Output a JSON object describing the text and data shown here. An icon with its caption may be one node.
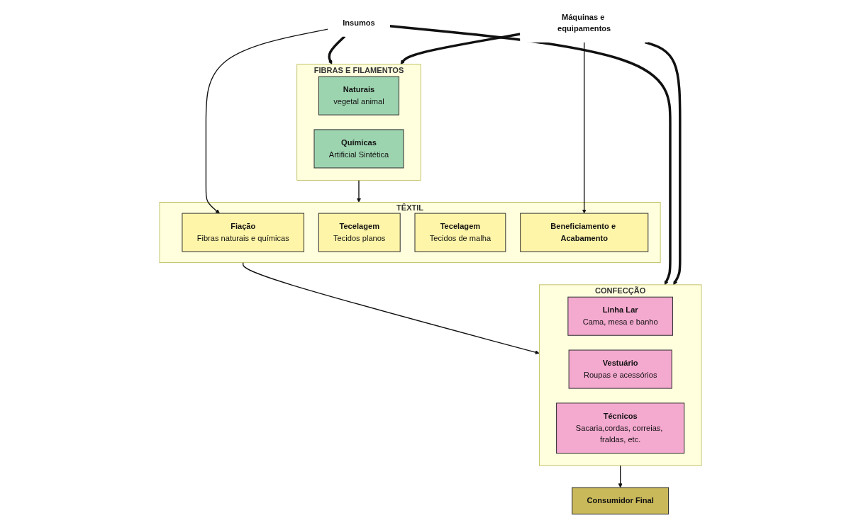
{
  "diagram": {
    "nodes": [
      {
        "text": [
          "FIBRAS E FILAMENTOS"
        ]
      },
      {
        "text": [
          "Naturais",
          "vegetal animal"
        ],
        "in": 0
      },
      {
        "text": [
          "Químicas",
          "Artificial Sintética"
        ],
        "in": 0
      },
      {
        "text": [
          "TÊXTIL"
        ]
      },
      {
        "text": [
          "Fiação",
          "Fibras naturais e químicas"
        ],
        "in": 3
      },
      {
        "text": [
          "Tecelagem",
          "Tecidos planos"
        ],
        "in": 3
      },
      {
        "text": [
          "Tecelagem",
          "Tecidos de malha"
        ],
        "in": 3
      },
      {
        "text": [
          "Beneficiamento e Acabamento"
        ],
        "in": 3
      },
      {
        "text": [
          "CONFECÇÃO"
        ]
      },
      {
        "text": [
          "Linha Lar",
          "Cama, mesa e banho"
        ],
        "in": 8
      },
      {
        "text": [
          "Vestuário",
          "Roupas e acessórios"
        ],
        "in": 8
      },
      {
        "text": [
          "Técnicos",
          "Sacaria,cordas, correias, fraldas, etc."
        ],
        "in": 8
      },
      {
        "text": [
          "Consumidor Final"
        ]
      },
      {
        "text": [
          "Insumos"
        ]
      },
      {
        "text": [
          "Máquinas e equipamentos"
        ]
      }
    ],
    "edges": [
      {
        "from": 0,
        "to": 3,
        "arrow": "to"
      },
      {
        "from": 3,
        "to": 8,
        "arrow": "to"
      },
      {
        "from": 8,
        "to": 12,
        "arrow": "to"
      },
      {
        "from": 13,
        "to": 0,
        "arrow": "to",
        "style": "thick"
      },
      {
        "from": 13,
        "to": 4,
        "arrow": "to"
      },
      {
        "from": 13,
        "to": 8,
        "arrow": "to",
        "style": "thick"
      },
      {
        "from": 14,
        "to": 0,
        "arrow": "to",
        "style": "thick"
      },
      {
        "from": 14,
        "to": 7,
        "arrow": "to"
      },
      {
        "from": 14,
        "to": 8,
        "arrow": "to",
        "style": "thick"
      }
    ]
  }
}
